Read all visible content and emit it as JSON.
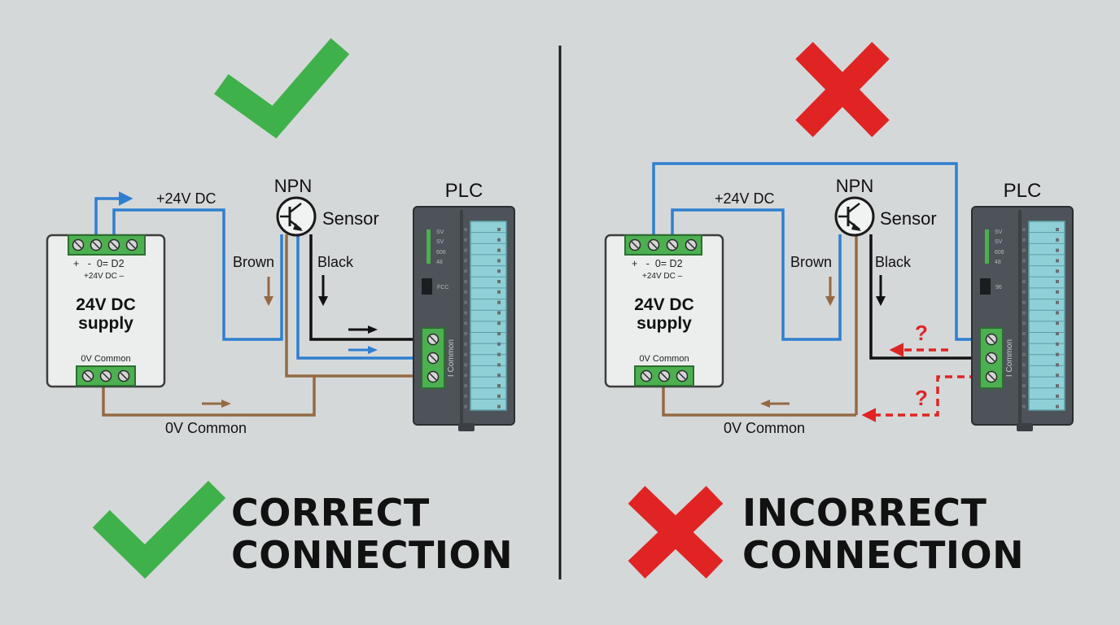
{
  "colors": {
    "background": "#d5d8d9",
    "correct": "#3fb14a",
    "incorrect": "#e02424",
    "wire_positive": "#2f7fd0",
    "wire_brown": "#946a44",
    "wire_black": "#111111",
    "plc_body": "#4d5358",
    "io_module": "#8fcfd6",
    "terminal_green": "#4caf50"
  },
  "icons": [
    "check-icon",
    "cross-icon",
    "npn-transistor-icon",
    "arrow-icon",
    "question-icon"
  ],
  "correct": {
    "caption_line1": "CORRECT",
    "caption_line2": "CONNECTION",
    "supply": {
      "terminal_labels": "+   -  0= D2",
      "sub_label": "+24V DC –",
      "title_line1": "24V DC",
      "title_line2": "supply",
      "common_label": "0V Common"
    },
    "wire_24v_label": "+24V DC",
    "wire_0v_label": "0V Common",
    "sensor": {
      "type_label": "NPN",
      "name_label": "Sensor",
      "brown_label": "Brown",
      "black_label": "Black"
    },
    "plc": {
      "title": "PLC",
      "led_labels": [
        "SV",
        "SV",
        "606",
        "48"
      ],
      "small_label": "FCC",
      "terminal_label": "I Common"
    }
  },
  "incorrect": {
    "caption_line1": "INCORRECT",
    "caption_line2": "CONNECTION",
    "supply": {
      "terminal_labels": "+   -  0= D2",
      "sub_label": "+24V DC –",
      "title_line1": "24V DC",
      "title_line2": "supply",
      "common_label": "0V Common"
    },
    "wire_24v_label": "+24V DC",
    "wire_0v_label": "0V Common",
    "sensor": {
      "type_label": "NPN",
      "name_label": "Sensor",
      "brown_label": "Brown",
      "black_label": "Black"
    },
    "plc": {
      "title": "PLC",
      "led_labels": [
        "SV",
        "SV",
        "606",
        "48"
      ],
      "small_label": "96",
      "terminal_label": "I Common"
    },
    "question_marks": [
      "?",
      "?"
    ]
  }
}
